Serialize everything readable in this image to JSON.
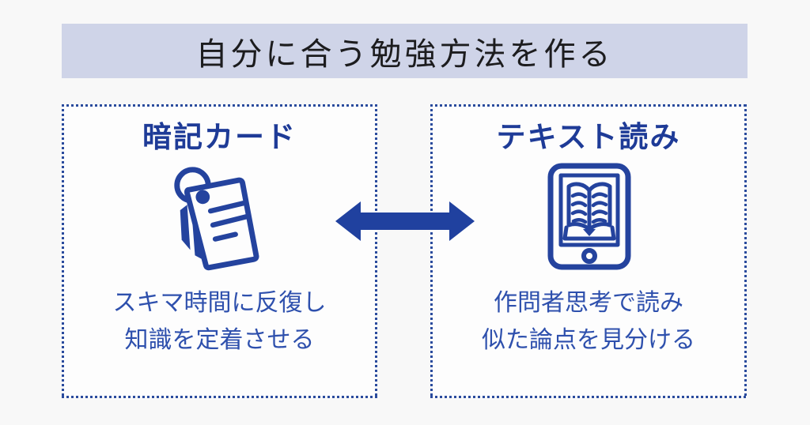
{
  "title": "自分に合う勉強方法を作る",
  "cards": [
    {
      "heading": "暗記カード",
      "icon": "flashcards-ring-icon",
      "description_line1": "スキマ時間に反復し",
      "description_line2": "知識を定着させる"
    },
    {
      "heading": "テキスト読み",
      "icon": "tablet-book-icon",
      "description_line1": "作問者思考で読み",
      "description_line2": "似た論点を見分ける"
    }
  ],
  "arrow": {
    "icon": "double-headed-arrow-icon",
    "direction": "horizontal-bidirectional"
  },
  "colors": {
    "page_bg": "#f8f8f8",
    "title_bg": "#cfd4e8",
    "title_text": "#1c1c1e",
    "heading_text": "#1e3b97",
    "body_text": "#2e50ad",
    "icon": "#24439e",
    "arrow": "#20419f",
    "border": "#2a4b9d",
    "box_bg": "#fdfdfd"
  }
}
